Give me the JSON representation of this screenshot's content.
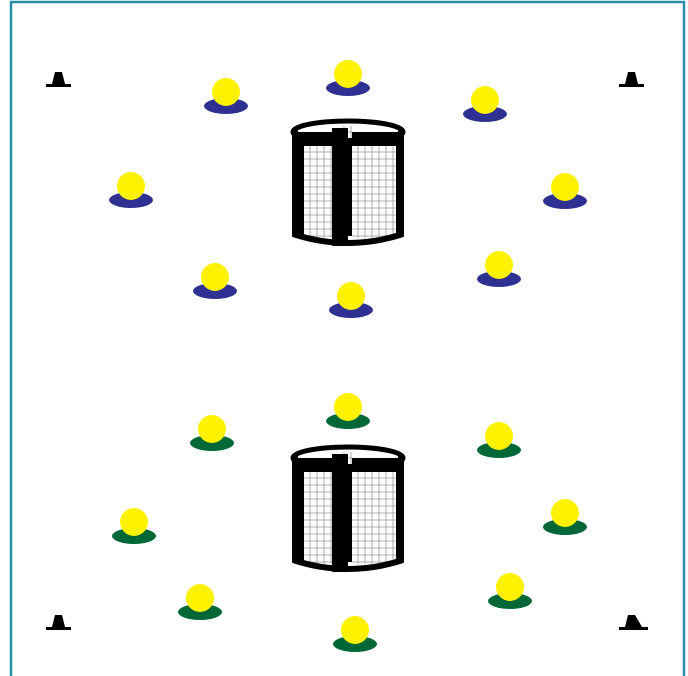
{
  "colors": {
    "border": "#2a8fa8",
    "background": "#ffffff",
    "ball": "#fff200",
    "team_a_base": "#2e3192",
    "team_b_base": "#006837",
    "cone": "#000000",
    "goal_frame": "#000000",
    "goal_net": "#ffffff"
  },
  "diagram": {
    "field": {
      "border_icon": "field-boundary"
    },
    "cones": {
      "count": 4,
      "icon": "cone-icon"
    },
    "goals": {
      "count": 2,
      "icon": "cylindrical-goal-icon"
    },
    "players": {
      "team_a": {
        "count": 8,
        "icon": "player-marker-icon"
      },
      "team_b": {
        "count": 8,
        "icon": "player-marker-icon"
      }
    }
  }
}
